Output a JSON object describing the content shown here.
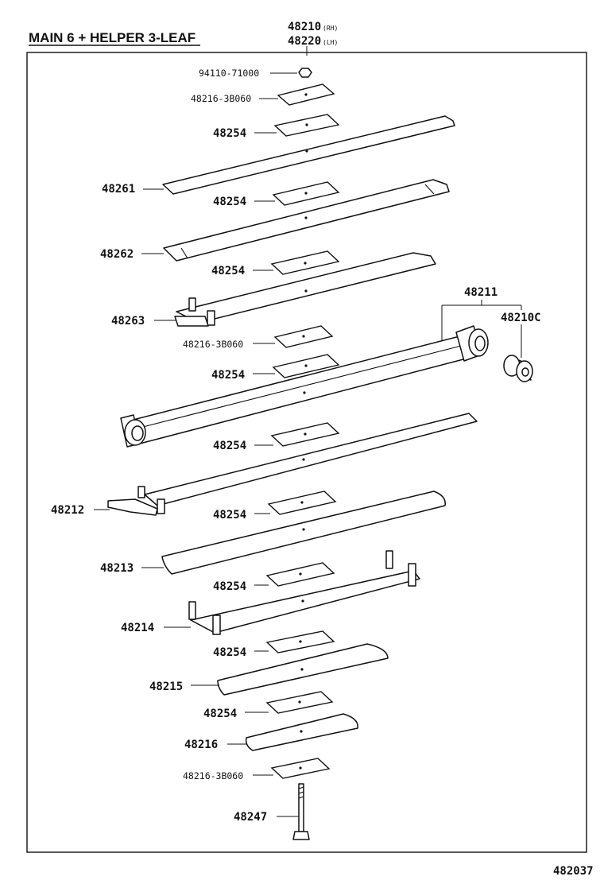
{
  "title": "MAIN 6 + HELPER 3-LEAF",
  "assembly": {
    "rh_number": "48210",
    "rh_side": "(RH)",
    "lh_number": "48220",
    "lh_side": "(LH)"
  },
  "figure_number": "482037",
  "parts": {
    "nut": "94110-71000",
    "plate_top": "48216-3B060",
    "plate_mid": "48216-3B060",
    "plate_bottom": "48216-3B060",
    "spacer": "48254",
    "leaf_1": "48261",
    "leaf_2": "48262",
    "leaf_3": "48263",
    "main_leaf": "48211",
    "bushing": "48210C",
    "leaf_12": "48212",
    "leaf_13": "48213",
    "leaf_14": "48214",
    "leaf_15": "48215",
    "leaf_16": "48216",
    "center_bolt": "48247"
  },
  "colors": {
    "line": "#111111",
    "background": "#ffffff"
  }
}
